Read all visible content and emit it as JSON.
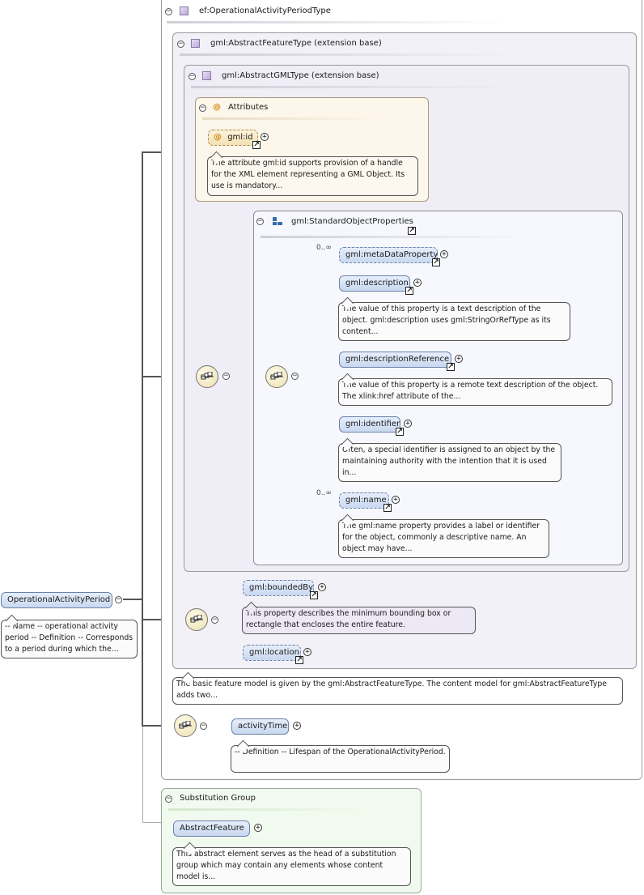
{
  "root_type": {
    "label": "ef:OperationalActivityPeriodType"
  },
  "feature_type": {
    "label": "gml:AbstractFeatureType (extension base)"
  },
  "gml_type": {
    "label": "gml:AbstractGMLType (extension base)"
  },
  "attributes": {
    "header": "Attributes",
    "id_label": "gml:id",
    "id_note": "The attribute gml:id supports provision of a handle for the XML element representing a GML Object. Its use is mandatory..."
  },
  "standard_props": {
    "header": "gml:StandardObjectProperties",
    "items": [
      {
        "label": "gml:metaDataProperty",
        "cardinality": "0..∞",
        "note": ""
      },
      {
        "label": "gml:description",
        "cardinality": "",
        "note": "The value of this property is a text description of the object. gml:description uses gml:StringOrRefType as its content..."
      },
      {
        "label": "gml:descriptionReference",
        "cardinality": "",
        "note": "The value of this property is a remote text description of the object. The xlink:href attribute of the..."
      },
      {
        "label": "gml:identifier",
        "cardinality": "",
        "note": "Often, a special identifier is assigned to an object by the maintaining authority with the intention that it is used in..."
      },
      {
        "label": "gml:name",
        "cardinality": "0..∞",
        "note": "The gml:name property provides a label or identifier for the object, commonly a descriptive name. An object may have..."
      }
    ]
  },
  "bounded_by": {
    "label": "gml:boundedBy",
    "note": "This property describes the minimum bounding box or rectangle that encloses the entire feature."
  },
  "location": {
    "label": "gml:location"
  },
  "feature_note": "The basic feature model is given by the gml:AbstractFeatureType. The content model for gml:AbstractFeatureType adds two...",
  "activity_time": {
    "label": "activityTime",
    "note": "-- Definition -- Lifespan of the OperationalActivityPeriod."
  },
  "main_element": {
    "label": "OperationalActivityPeriod",
    "note": "-- Name -- operational activity period -- Definition -- Corresponds to a period during which the..."
  },
  "substitution_group": {
    "header": "Substitution Group",
    "element": "AbstractFeature",
    "note": "This abstract element serves as the head of a substitution group which may contain any elements whose content model is..."
  },
  "colors": {
    "element_fill": "#d7e3f6",
    "complex_type_bg": "#f4f2f9",
    "attributes_bg": "#fdf6e9",
    "standard_bg": "#f6f8fd",
    "subst_bg": "#f2fbf0",
    "note_bg": "#fbfbfb"
  },
  "icons": {
    "type_icon": "complex-type-square-icon",
    "attribute_icon": "at-sign-icon",
    "group_icon": "group-blocks-icon",
    "sequence_icon": "sequence-compositor-icon",
    "reference_icon": "reference-arrow-icon"
  }
}
